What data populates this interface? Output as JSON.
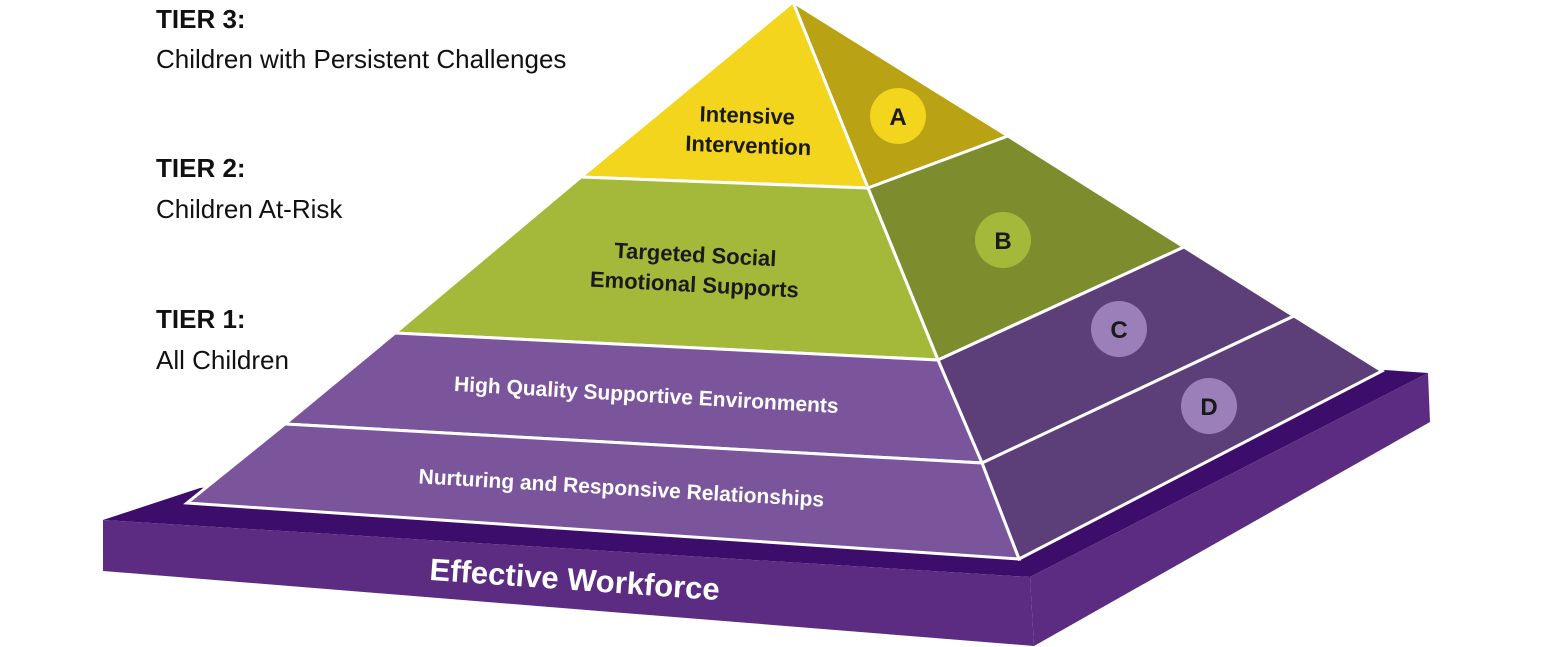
{
  "colors": {
    "yellow_front": "#f2d51c",
    "yellow_side": "#b9a213",
    "green_front": "#a4b83a",
    "green_side": "#7d8c2d",
    "purple_front": "#7b559c",
    "purple_side": "#5c3f78",
    "base_top": "#3d0d6b",
    "base_front": "#5c2c82",
    "badge_A": "#f2d51c",
    "badge_B": "#a4b83a",
    "badge_CD": "#9b7fb8"
  },
  "tiers": [
    {
      "label": "TIER 3:",
      "description": "Children with Persistent Challenges"
    },
    {
      "label": "TIER 2:",
      "description": "Children At-Risk"
    },
    {
      "label": "TIER 1:",
      "description": "All Children"
    }
  ],
  "layers": {
    "intensive": [
      "Intensive",
      "Intervention"
    ],
    "targeted": [
      "Targeted Social",
      "Emotional Supports"
    ],
    "environments": "High Quality Supportive Environments",
    "relationships": "Nurturing and Responsive Relationships"
  },
  "badges": [
    "A",
    "B",
    "C",
    "D"
  ],
  "base": {
    "label": "Effective Workforce"
  }
}
